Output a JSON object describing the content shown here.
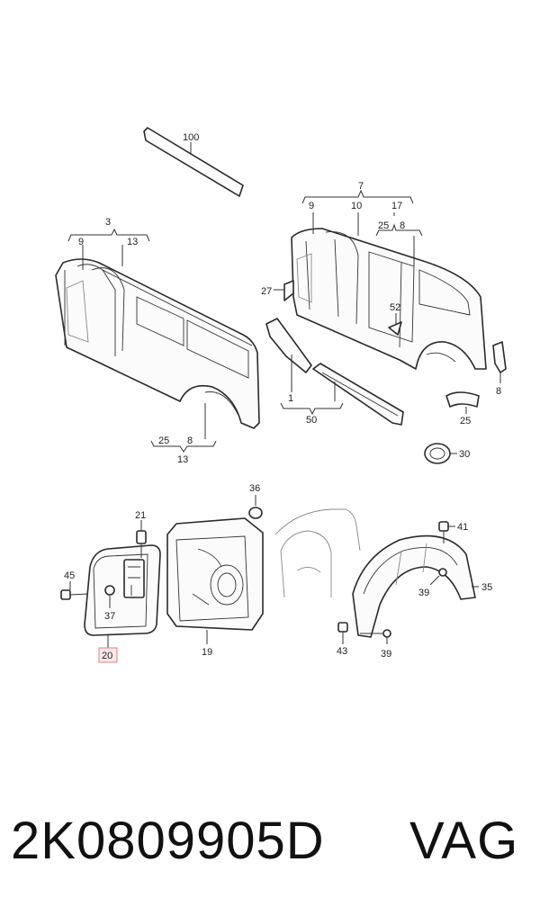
{
  "callouts": {
    "c100": "100",
    "c3": "3",
    "c9a": "9",
    "c13a": "13",
    "c7": "7",
    "c9b": "9",
    "c10": "10",
    "c17": "17",
    "c25a": "25",
    "c8a": "8",
    "c27": "27",
    "c52": "52",
    "c1": "1",
    "c50": "50",
    "c8b": "8",
    "c25b": "25",
    "c30": "30",
    "c25c": "25",
    "c8c": "8",
    "c13b": "13",
    "c36": "36",
    "c21": "21",
    "c45": "45",
    "c37": "37",
    "c20": "20",
    "c19": "19",
    "c41": "41",
    "c39a": "39",
    "c35": "35",
    "c43": "43",
    "c39b": "39"
  },
  "highlight_color": "#e08080",
  "footer": {
    "part_number": "2K0809905D",
    "brand": "VAG"
  }
}
